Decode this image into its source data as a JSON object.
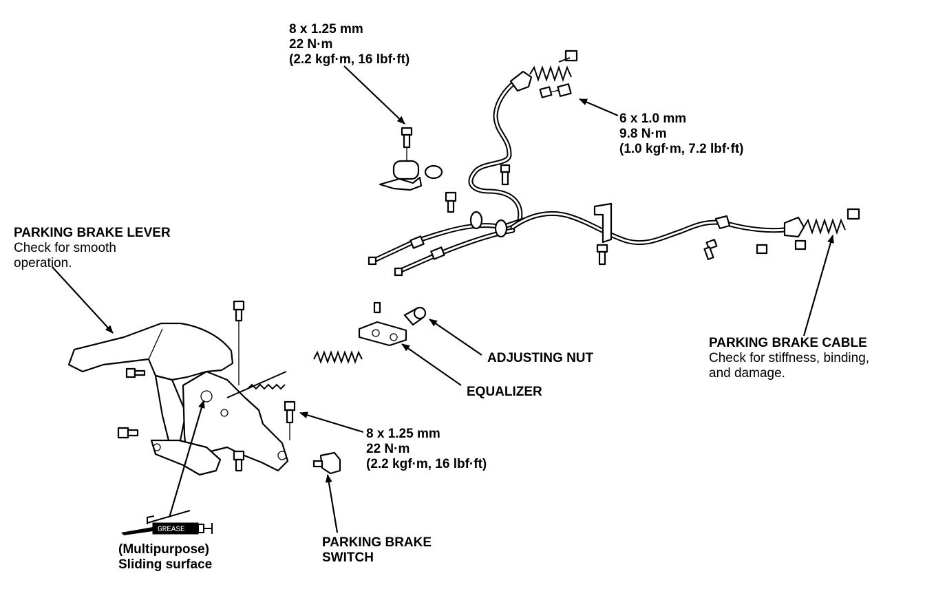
{
  "labels": {
    "top_bolt": {
      "l1": "8 x 1.25 mm",
      "l2": "22 N·m",
      "l3": "(2.2 kgf·m, 16 lbf·ft)"
    },
    "cable_bolt": {
      "l1": "6 x 1.0 mm",
      "l2": "9.8 N·m",
      "l3": "(1.0 kgf·m, 7.2 lbf·ft)"
    },
    "lever": {
      "title": "PARKING BRAKE LEVER",
      "d1": "Check for smooth",
      "d2": "operation."
    },
    "adjusting_nut": "ADJUSTING NUT",
    "equalizer": "EQUALIZER",
    "lever_bolt": {
      "l1": "8 x 1.25 mm",
      "l2": "22 N·m",
      "l3": "(2.2 kgf·m, 16 lbf·ft)"
    },
    "cable": {
      "title": "PARKING BRAKE CABLE",
      "d1": "Check for stiffness, binding,",
      "d2": "and damage."
    },
    "grease": {
      "badge": "GREASE",
      "l1": "(Multipurpose)",
      "l2": "Sliding surface"
    },
    "switch": {
      "l1": "PARKING BRAKE",
      "l2": "SWITCH"
    }
  }
}
